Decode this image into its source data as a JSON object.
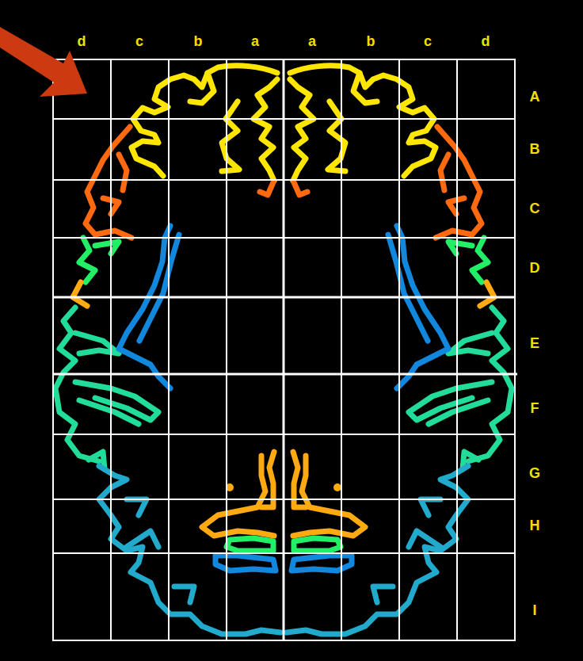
{
  "diagram": {
    "labels": [
      "d",
      "c",
      "b",
      "a",
      "a",
      "b",
      "c",
      "d",
      "A",
      "B",
      "C",
      "D",
      "E",
      "F",
      "G",
      "H",
      "I"
    ]
  }
}
